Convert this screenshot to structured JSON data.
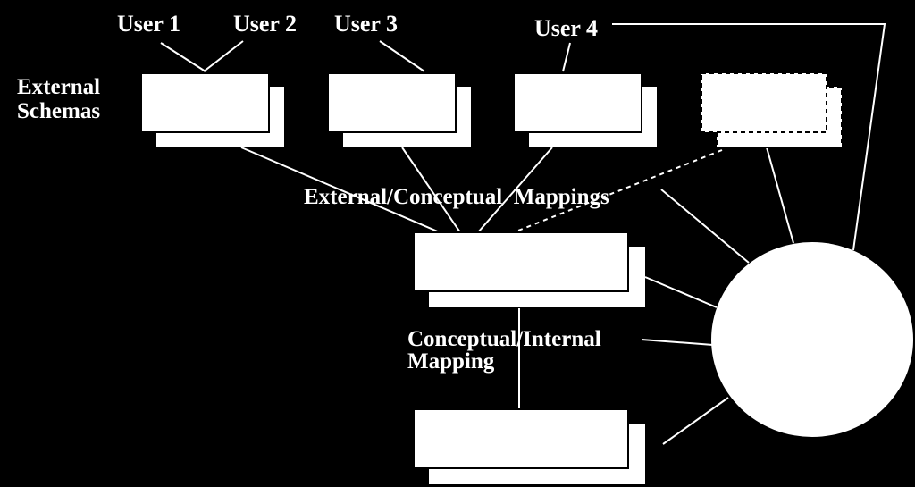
{
  "diagram": {
    "users": [
      {
        "label": "User 1"
      },
      {
        "label": "User 2"
      },
      {
        "label": "User 3"
      },
      {
        "label": "User 4"
      }
    ],
    "external_schemas_label": {
      "line1": "External",
      "line2": "Schemas"
    },
    "external_conceptual_label": "External/Conceptual  Mappings",
    "conceptual_internal_label": {
      "line1": "Conceptual/Internal",
      "line2": "Mapping"
    }
  },
  "colors": {
    "background": "#000000",
    "foreground": "#ffffff"
  }
}
